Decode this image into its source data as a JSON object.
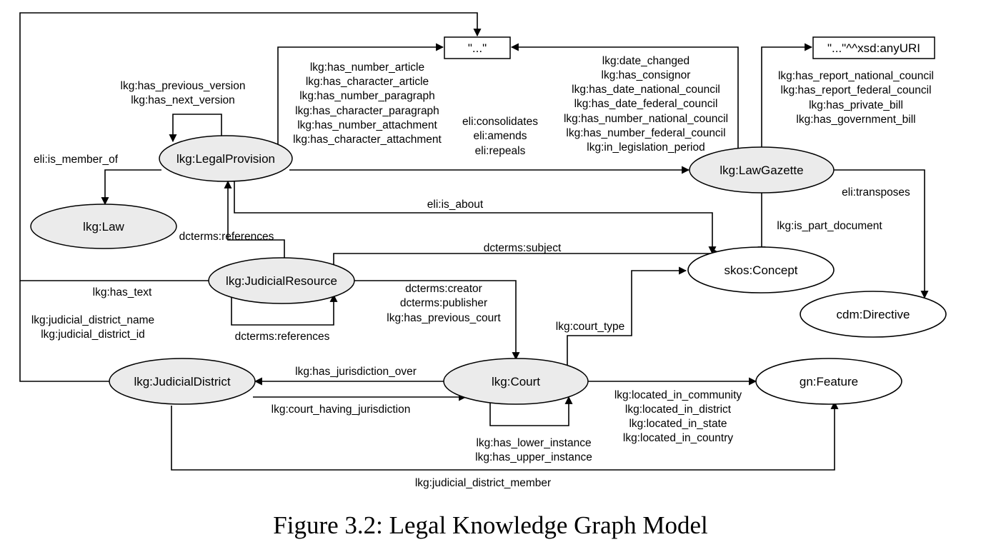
{
  "caption": "Figure 3.2: Legal Knowledge Graph Model",
  "nodes": {
    "literal": "\"...\"",
    "anyuri": "\"...\"^^xsd:anyURI",
    "legal_provision": "lkg:LegalProvision",
    "law": "lkg:Law",
    "law_gazette": "lkg:LawGazette",
    "judicial_resource": "lkg:JudicialResource",
    "skos_concept": "skos:Concept",
    "directive": "cdm:Directive",
    "judicial_district": "lkg:JudicialDistrict",
    "court": "lkg:Court",
    "feature": "gn:Feature"
  },
  "edges": {
    "version": [
      "lkg:has_previous_version",
      "lkg:has_next_version"
    ],
    "provision_literal": [
      "lkg:has_number_article",
      "lkg:has_character_article",
      "lkg:has_number_paragraph",
      "lkg:has_character_paragraph",
      "lkg:has_number_attachment",
      "lkg:has_character_attachment"
    ],
    "provision_gazette": [
      "eli:consolidates",
      "eli:amends",
      "eli:repeals"
    ],
    "gazette_literal": [
      "lkg:date_changed",
      "lkg:has_consignor",
      "lkg:has_date_national_council",
      "lkg:has_date_federal_council",
      "lkg:has_number_national_council",
      "lkg:has_number_federal_council",
      "lkg:in_legislation_period"
    ],
    "gazette_uri": [
      "lkg:has_report_national_council",
      "lkg:has_report_federal_council",
      "lkg:has_private_bill",
      "lkg:has_government_bill"
    ],
    "is_member_of": "eli:is_member_of",
    "is_about": "eli:is_about",
    "transposes": "eli:transposes",
    "is_part_document": "lkg:is_part_document",
    "references_provision": "dcterms:references",
    "subject": "dcterms:subject",
    "has_text": "lkg:has_text",
    "resource_court": [
      "dcterms:creator",
      "dcterms:publisher",
      "lkg:has_previous_court"
    ],
    "district_literal": [
      "lkg:judicial_district_name",
      "lkg:judicial_district_id"
    ],
    "references_self": "dcterms:references",
    "court_type": "lkg:court_type",
    "has_jurisdiction_over": "lkg:has_jurisdiction_over",
    "court_having_jurisdiction": "lkg:court_having_jurisdiction",
    "court_feature": [
      "lkg:located_in_community",
      "lkg:located_in_district",
      "lkg:located_in_state",
      "lkg:located_in_country"
    ],
    "instance": [
      "lkg:has_lower_instance",
      "lkg:has_upper_instance"
    ],
    "judicial_district_member": "lkg:judicial_district_member"
  }
}
